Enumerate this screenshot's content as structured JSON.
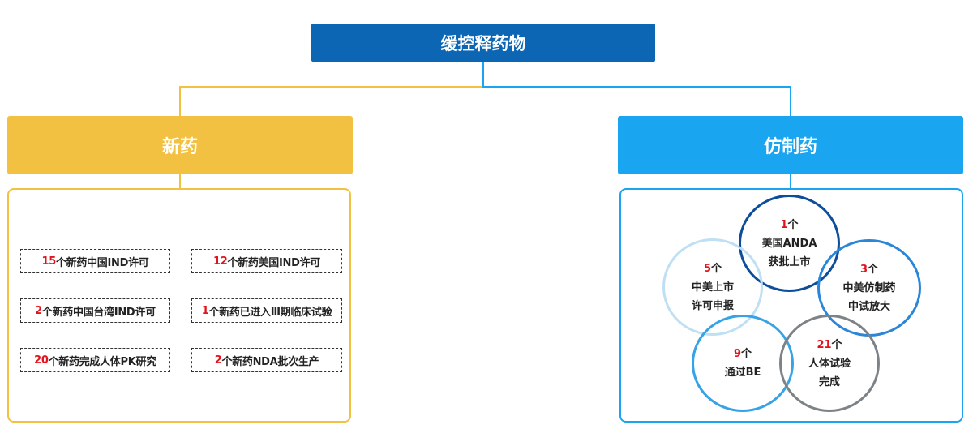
{
  "root": {
    "title": "缓控释药物"
  },
  "new_drug": {
    "title": "新药",
    "items": [
      {
        "num": "15",
        "text": "个新药中国IND许可"
      },
      {
        "num": "12",
        "text": "个新药美国IND许可"
      },
      {
        "num": "2",
        "text": "个新药中国台湾IND许可"
      },
      {
        "num": "1",
        "text": "个新药已进入Ⅲ期临床试验"
      },
      {
        "num": "20",
        "text": "个新药完成人体PK研究"
      },
      {
        "num": "2",
        "text": "个新药NDA批次生产"
      }
    ]
  },
  "generic": {
    "title": "仿制药",
    "circles": [
      {
        "num": "1",
        "unit": "个",
        "line1": "美国ANDA",
        "line2": "获批上市"
      },
      {
        "num": "5",
        "unit": "个",
        "line1": "中美上市",
        "line2": "许可申报"
      },
      {
        "num": "3",
        "unit": "个",
        "line1": "中美仿制药",
        "line2": "中试放大"
      },
      {
        "num": "9",
        "unit": "个",
        "line1": "通过BE",
        "line2": ""
      },
      {
        "num": "21",
        "unit": "个",
        "line1": "人体试验",
        "line2": "完成"
      }
    ]
  },
  "colors": {
    "root": "#0c66b3",
    "new_drug": "#f3c141",
    "generic": "#1aa5f0",
    "highlight": "#e0141e"
  }
}
